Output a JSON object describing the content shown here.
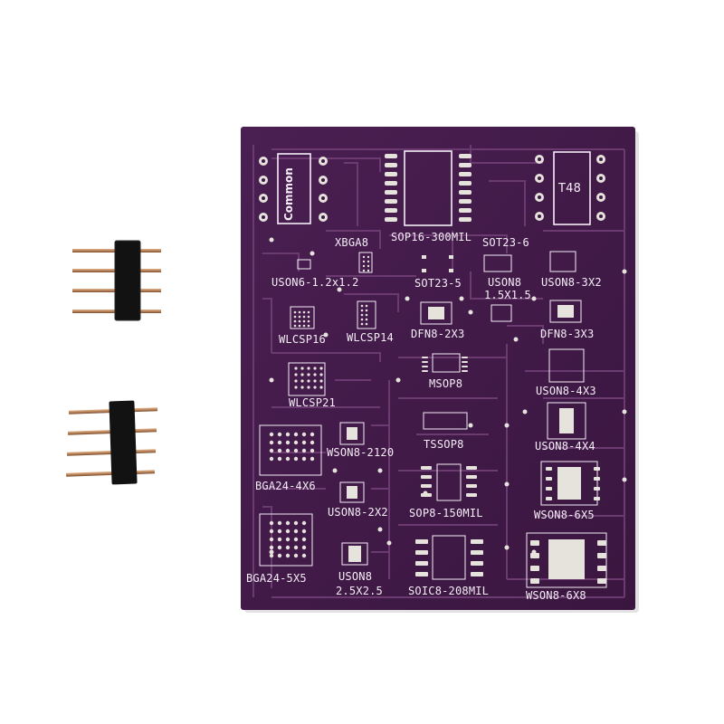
{
  "board": {
    "color": "#3f1a45",
    "trace_color": "#6a3a70",
    "pad_color": "#e6e2dc",
    "silk_color": "#f4eef6",
    "labels": {
      "common": "Common",
      "t48": "T48",
      "xbga8": "XBGA8",
      "sop16": "SOP16-300MIL",
      "sot23_6": "SOT23-6",
      "uson6": "USON6-1.2x1.2",
      "sot23_5": "SOT23-5",
      "uson8_15_a": "USON8",
      "uson8_15_b": "1.5X1.5",
      "uson8_3x2": "USON8-3X2",
      "wlcsp16": "WLCSP16",
      "wlcsp14": "WLCSP14",
      "dfn8_2x3": "DFN8-2X3",
      "dfn8_3x3": "DFN8-3X3",
      "msop8": "MSOP8",
      "wlcsp21": "WLCSP21",
      "uson8_4x3": "USON8-4X3",
      "tssop8": "TSSOP8",
      "uson8_4x4": "USON8-4X4",
      "wson8_2120": "WSON8-2120",
      "bga24_4x6": "BGA24-4X6",
      "sop8_150": "SOP8-150MIL",
      "uson8_2x2": "USON8-2X2",
      "wson8_6x5": "WSON8-6X5",
      "bga24_5x5": "BGA24-5X5",
      "uson8_25_a": "USON8",
      "uson8_25_b": "2.5X2.5",
      "soic8_208": "SOIC8-208MIL",
      "wson8_6x8": "WSON8-6X8"
    }
  },
  "headers": {
    "plastic_color": "#121212",
    "pin_color": "#b9835a"
  }
}
